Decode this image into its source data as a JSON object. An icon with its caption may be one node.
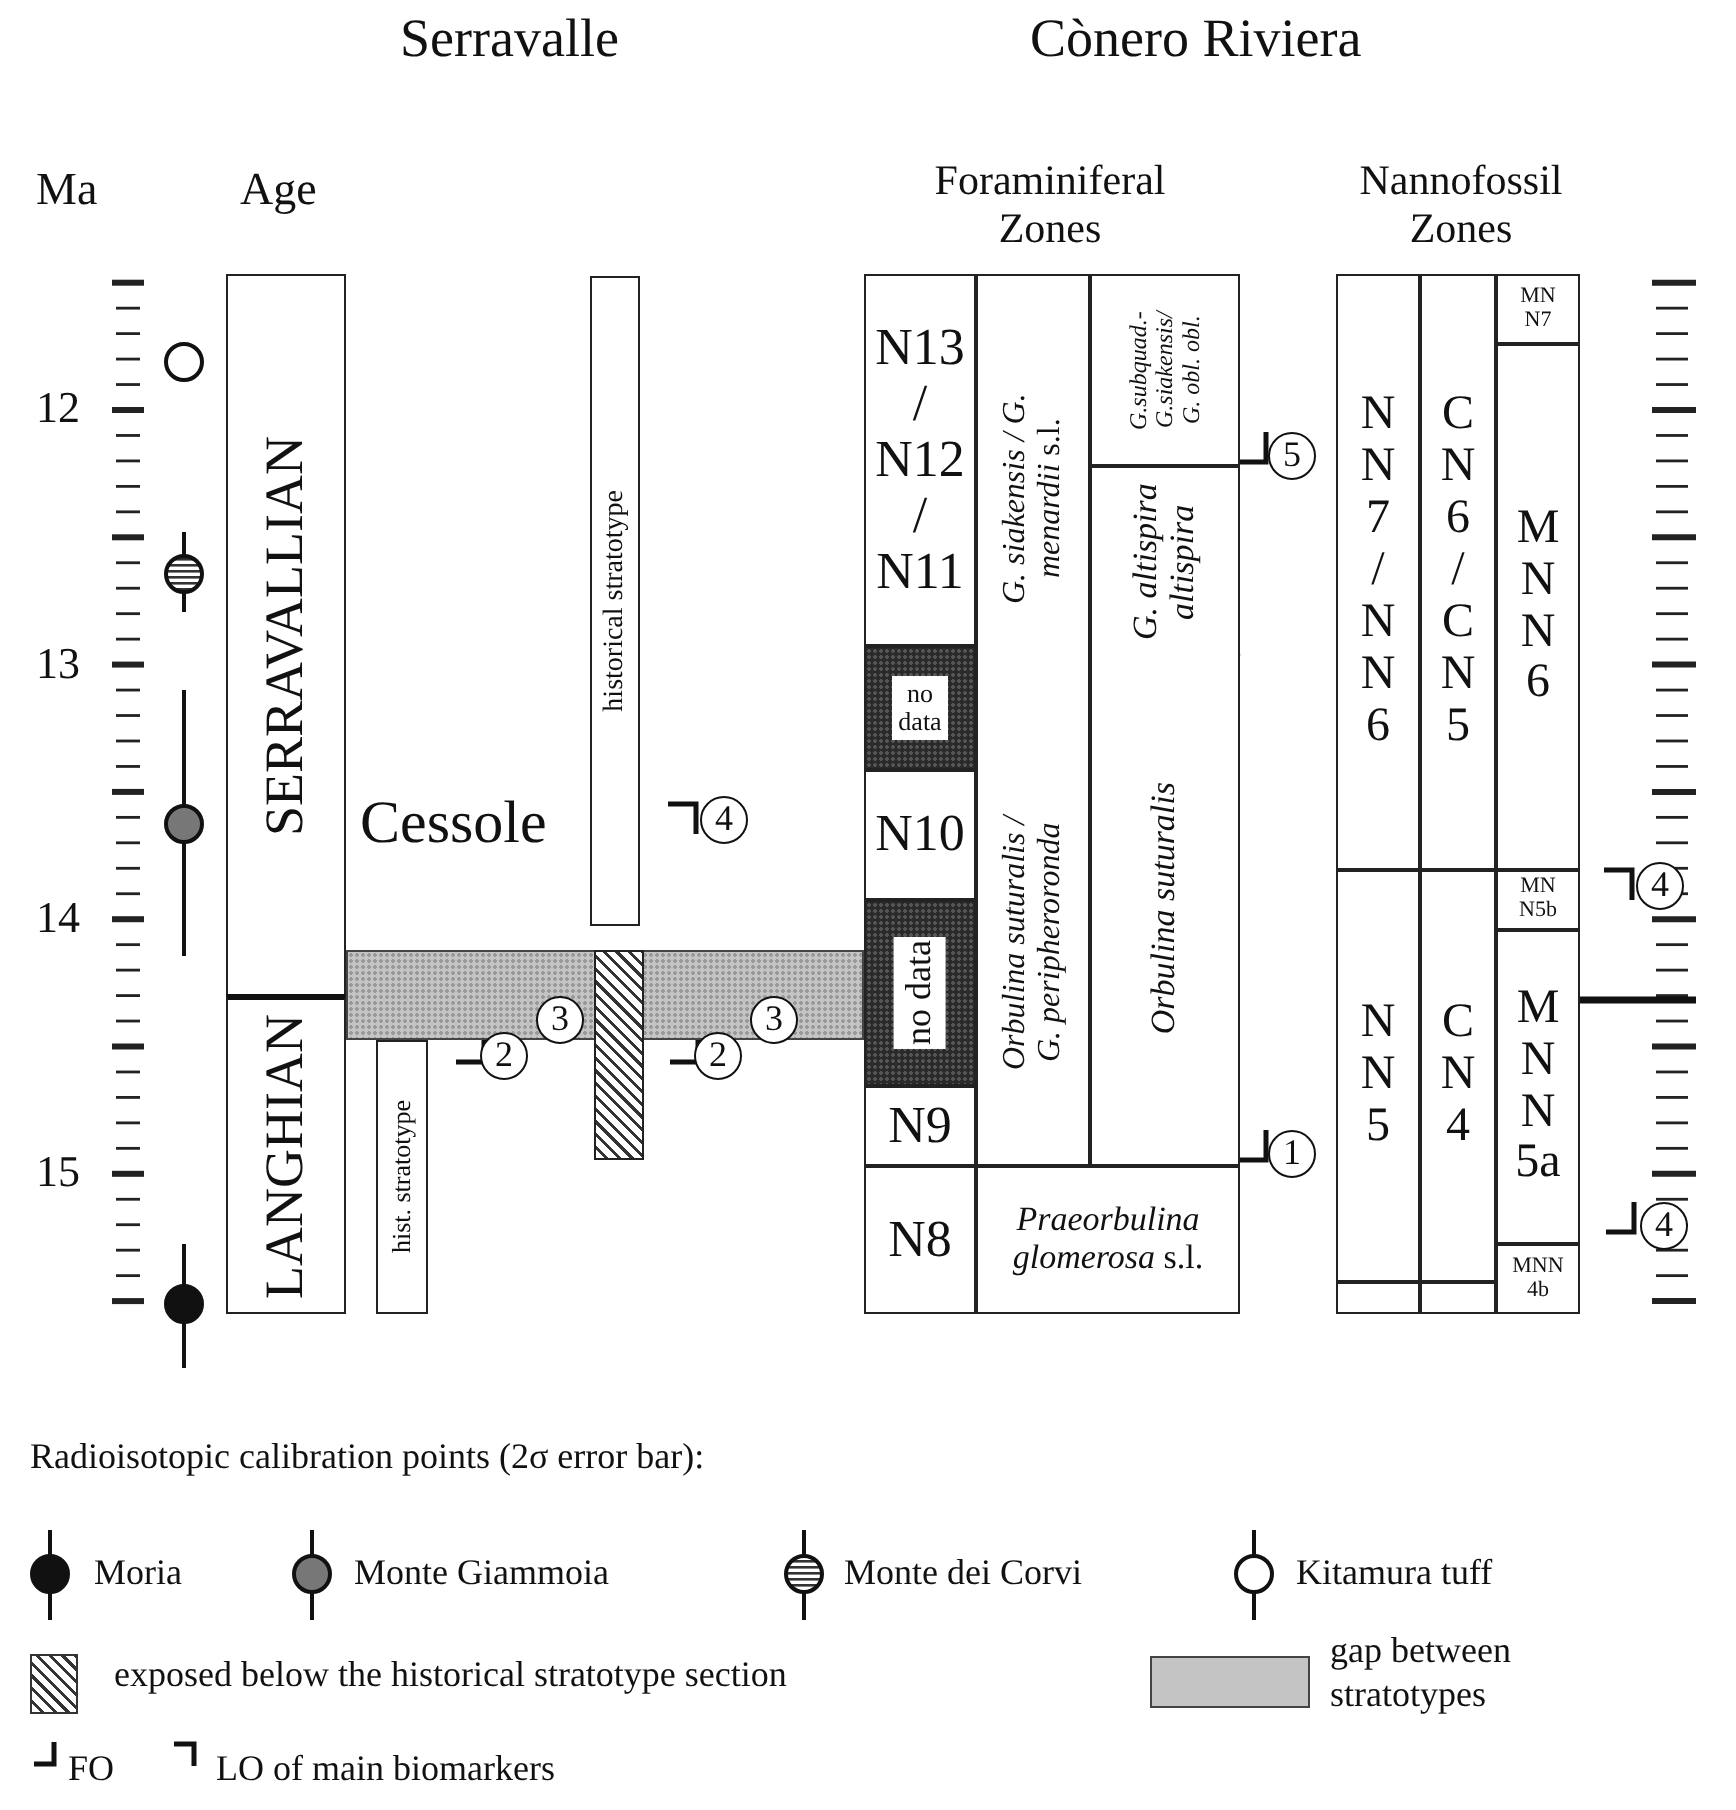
{
  "diagram": {
    "nodes": [
      {
        "text": [
          "SERRAVALLIAN"
        ]
      },
      {
        "text": [
          "LANGHIAN"
        ]
      },
      {
        "text": [
          "hist. stratotype"
        ]
      },
      {
        "text": [
          "historical stratotype"
        ]
      },
      {
        "text": [],
        "shape": "box"
      },
      {
        "text": [],
        "shape": "bar"
      },
      {
        "text": [
          "N13 / N12 / N11"
        ]
      },
      {
        "text": [
          "*G. siakensis / G. menardii* s.l."
        ]
      },
      {
        "text": [
          "G.subquad.- G.siakensis/ G. obl. obl."
        ]
      },
      {
        "text": [
          "no data"
        ]
      },
      {
        "text": [
          "G. altispira altispira"
        ]
      },
      {
        "text": [
          "N10"
        ]
      },
      {
        "text": [
          "no data"
        ]
      },
      {
        "text": [
          "Orbulina suturalis / G. peripheroronda"
        ]
      },
      {
        "text": [
          "Orbulina suturalis"
        ]
      },
      {
        "text": [
          "N9"
        ]
      },
      {
        "text": [
          "N8"
        ]
      },
      {
        "text": [
          "*Praeorbulina glomerosa* s.l."
        ]
      },
      {
        "text": [
          "N N 7 / N N 6"
        ]
      },
      {
        "text": [
          "C N 6 / C N 5"
        ]
      },
      {
        "text": [
          "MN N7"
        ]
      },
      {
        "text": [
          "M N N 6"
        ]
      },
      {
        "text": [
          "MN N5b"
        ]
      },
      {
        "text": [
          "N N 5"
        ]
      },
      {
        "text": [
          "C N 4"
        ]
      },
      {
        "text": [
          "M N N 5a"
        ]
      },
      {
        "text": [
          "MNN 4b"
        ]
      },
      {
        "text": [],
        "shape": "box"
      },
      {
        "text": [],
        "shape": "box"
      }
    ],
    "labels": [
      "Serravalle",
      "Cònero Riviera",
      "Ma",
      "Age",
      "Foraminiferal Zones",
      "Nannofossil Zones",
      "12",
      "5",
      "13",
      "4",
      "Cessole",
      "4",
      "14",
      "3",
      "3",
      "2",
      "2",
      "1",
      "15",
      "4",
      "Radioisotopic calibration points (2σ error bar):"
    ],
    "legend": [
      {
        "text": "Moria"
      },
      {
        "text": "Monte Giammoia"
      },
      {
        "text": "Monte dei Corvi"
      },
      {
        "text": "Kitamura tuff"
      },
      {
        "text": "exposed below the historical stratotype section"
      },
      {
        "text": "gap between stratotypes",
        "color": "#c4c4c4"
      },
      {
        "text": "FO"
      },
      {
        "text": "LO of main biomarkers"
      }
    ]
  }
}
